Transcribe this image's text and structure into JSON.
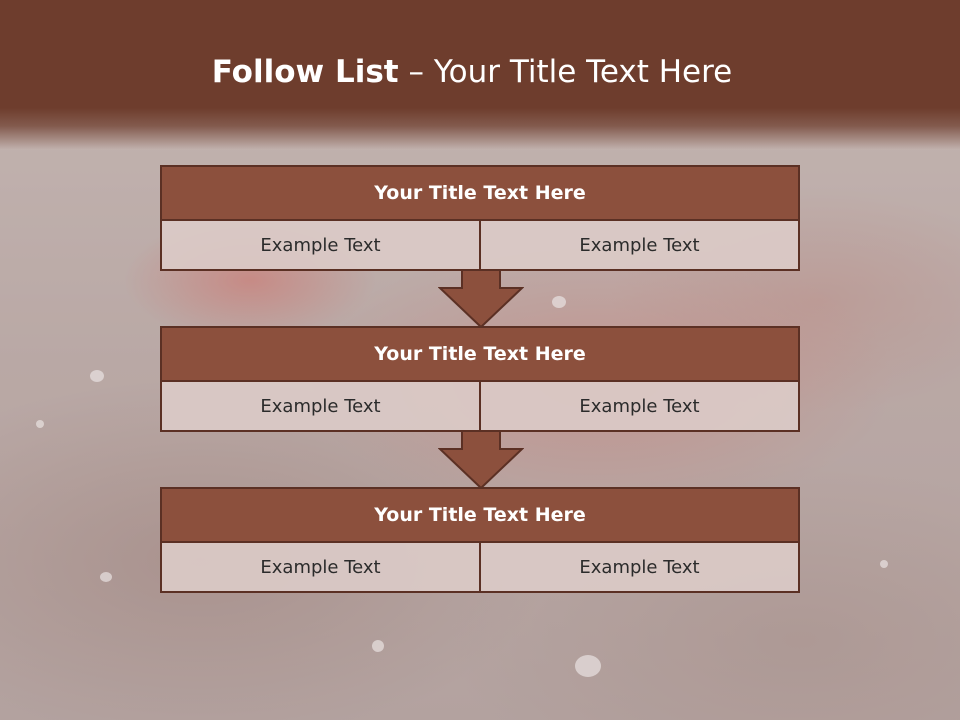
{
  "slide": {
    "title_bold": "Follow List",
    "title_rest": "– Your Title Text Here"
  },
  "blocks": [
    {
      "title": "Your Title Text Here",
      "left": "Example Text",
      "right": "Example Text"
    },
    {
      "title": "Your Title Text Here",
      "left": "Example Text",
      "right": "Example Text"
    },
    {
      "title": "Your Title Text Here",
      "left": "Example Text",
      "right": "Example Text"
    }
  ],
  "colors": {
    "header": "#6e3d2d",
    "block_header": "#8c503d",
    "block_border": "#5b3024",
    "cell": "#dbcbc8",
    "arrow": "#8c503d"
  },
  "icons": [
    "down-arrow-icon"
  ]
}
